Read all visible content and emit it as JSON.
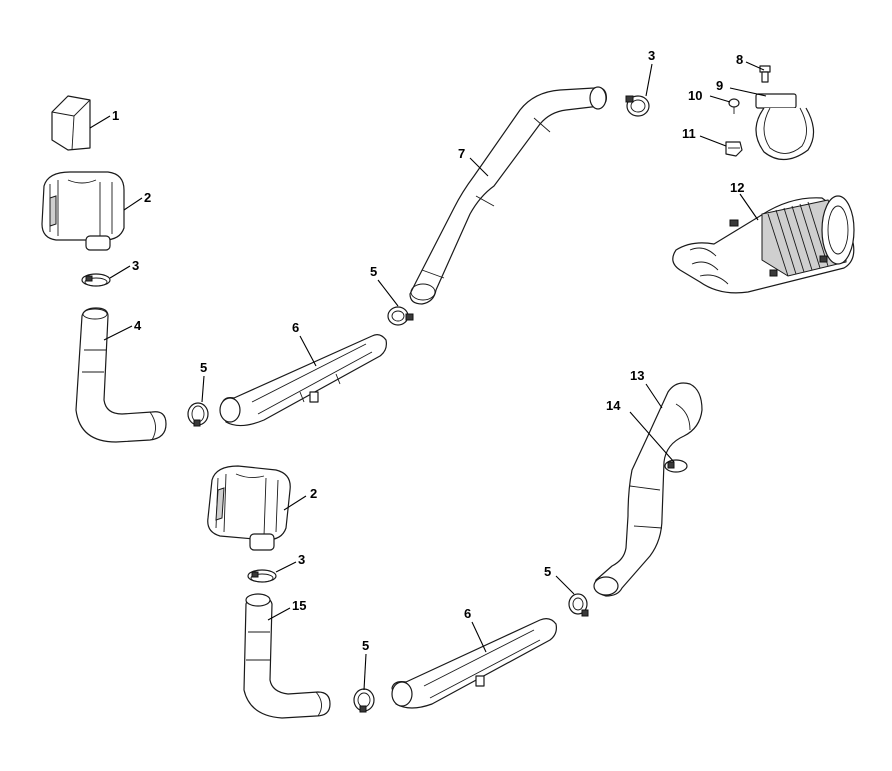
{
  "callouts": [
    {
      "id": "c1",
      "label": "1"
    },
    {
      "id": "c2a",
      "label": "2"
    },
    {
      "id": "c3a",
      "label": "3"
    },
    {
      "id": "c4",
      "label": "4"
    },
    {
      "id": "c5a",
      "label": "5"
    },
    {
      "id": "c6a",
      "label": "6"
    },
    {
      "id": "c5b",
      "label": "5"
    },
    {
      "id": "c7",
      "label": "7"
    },
    {
      "id": "c3b",
      "label": "3"
    },
    {
      "id": "c8",
      "label": "8"
    },
    {
      "id": "c9",
      "label": "9"
    },
    {
      "id": "c10",
      "label": "10"
    },
    {
      "id": "c11",
      "label": "11"
    },
    {
      "id": "c12",
      "label": "12"
    },
    {
      "id": "c13",
      "label": "13"
    },
    {
      "id": "c14",
      "label": "14"
    },
    {
      "id": "c2b",
      "label": "2"
    },
    {
      "id": "c3c",
      "label": "3"
    },
    {
      "id": "c15",
      "label": "15"
    },
    {
      "id": "c5c",
      "label": "5"
    },
    {
      "id": "c6b",
      "label": "6"
    },
    {
      "id": "c5d",
      "label": "5"
    }
  ]
}
